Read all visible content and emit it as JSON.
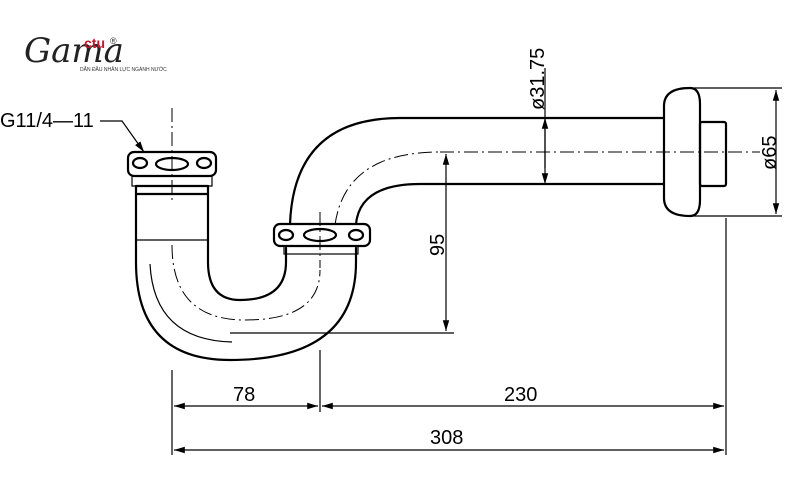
{
  "logo": {
    "script": "Gama",
    "accent": "ctu",
    "mark": "®",
    "tagline": "DẪN ĐẦU NHÂN LỰC NGÀNH NƯỚC"
  },
  "labels": {
    "thread": "G11/4—11",
    "pipe_diameter": "ø31.75",
    "flange_diameter": "ø65",
    "height": "95",
    "width_left": "78",
    "width_right": "230",
    "width_total": "308"
  }
}
